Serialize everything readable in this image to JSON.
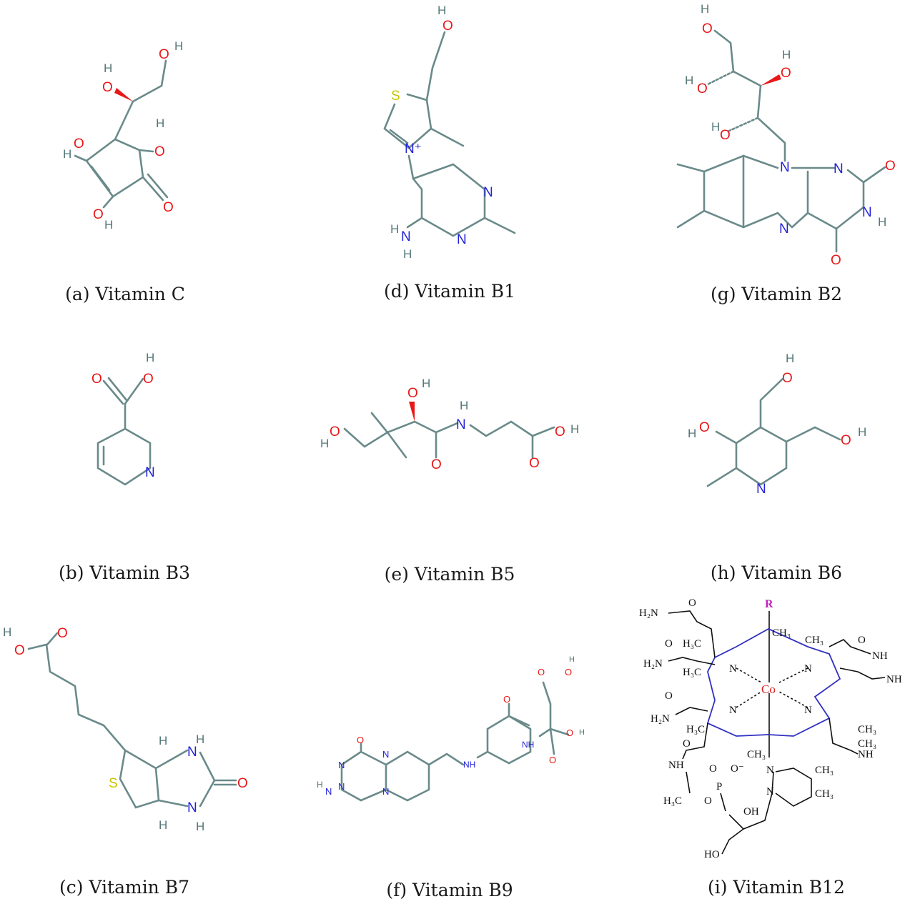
{
  "figure": {
    "panels": [
      {
        "caption": "(a) Vitamin C"
      },
      {
        "caption": "(d) Vitamin B1"
      },
      {
        "caption": "(g) Vitamin B2"
      },
      {
        "caption": "(b) Vitamin B3"
      },
      {
        "caption": "(e) Vitamin B5"
      },
      {
        "caption": "(h) Vitamin B6"
      },
      {
        "caption": "(c) Vitamin B7"
      },
      {
        "caption": "(f) Vitamin B9"
      },
      {
        "caption": "(i) Vitamin B12"
      }
    ],
    "atom_labels": {
      "O": "O",
      "N": "N",
      "S": "S",
      "H": "H",
      "OH": "OH",
      "HO": "HO",
      "NH": "NH",
      "NH2": "NH",
      "H2N": "H₂N",
      "H3C": "H₃C",
      "CH3": "CH₃",
      "Co": "Co",
      "R": "R",
      "P": "P",
      "Nplus": "N⁺",
      "Ominus": "O⁻"
    },
    "colors": {
      "oxygen": "#e81818",
      "nitrogen": "#2222d8",
      "sulfur": "#c8c400",
      "hydrogen": "#557878",
      "bond": "#6a8a8a",
      "b12_ring": "#3030c0",
      "cobalt": "#d82020"
    }
  }
}
